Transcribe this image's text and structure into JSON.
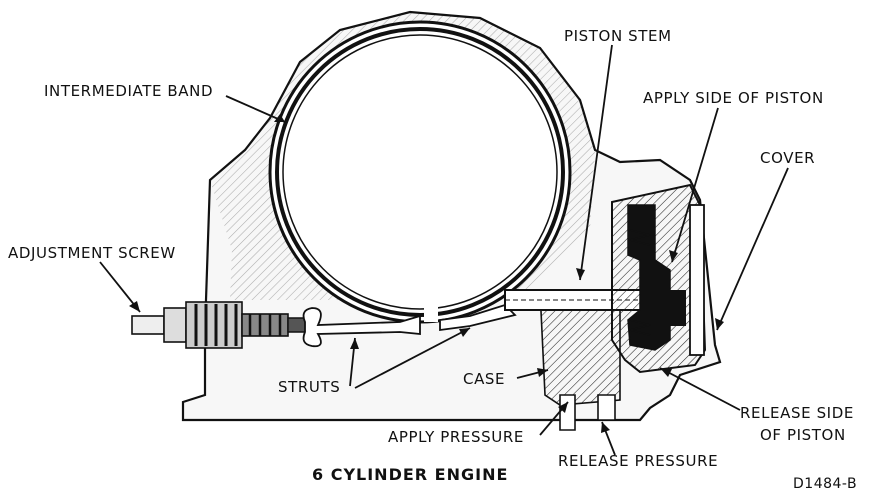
{
  "labels": {
    "intermediate_band": "INTERMEDIATE BAND",
    "piston_stem": "PISTON STEM",
    "apply_side_of_piston": "APPLY SIDE OF PISTON",
    "cover": "COVER",
    "adjustment_screw": "ADJUSTMENT SCREW",
    "struts": "STRUTS",
    "case": "CASE",
    "release_side_line1": "RELEASE SIDE",
    "release_side_line2": "OF PISTON",
    "apply_pressure": "APPLY PRESSURE",
    "release_pressure": "RELEASE PRESSURE"
  },
  "caption": "6 CYLINDER ENGINE",
  "figure_ref": "D1484-B"
}
